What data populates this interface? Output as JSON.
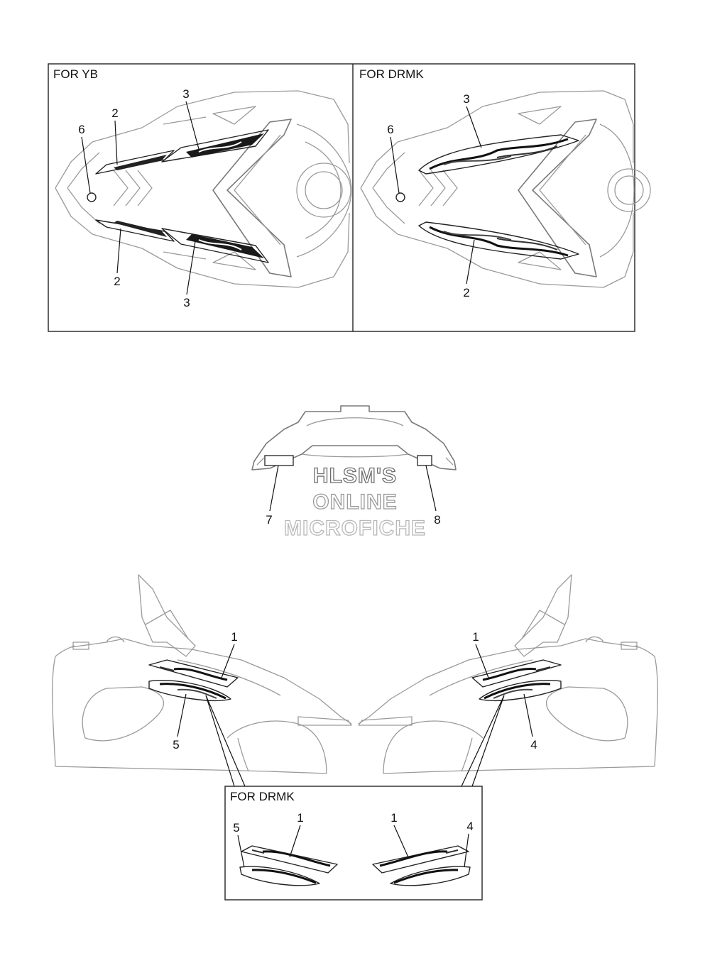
{
  "panels": {
    "top_left_label": "FOR YB",
    "top_right_label": "FOR DRMK",
    "bottom_inset_label": "FOR DRMK"
  },
  "callouts": {
    "tl_2_upper": "2",
    "tl_3_upper": "3",
    "tl_6": "6",
    "tl_2_lower": "2",
    "tl_3_lower": "3",
    "tr_3": "3",
    "tr_6": "6",
    "tr_2": "2",
    "rear_7": "7",
    "rear_8": "8",
    "left_1": "1",
    "left_5": "5",
    "right_1": "1",
    "right_4": "4",
    "inset_5": "5",
    "inset_1_left": "1",
    "inset_1_right": "1",
    "inset_4": "4"
  },
  "watermark": {
    "line1": "HLSM'S",
    "line2": "ONLINE",
    "line3": "MICROFICHE",
    "colors": [
      "#6e6e6e",
      "#9a9a9a",
      "#b8b8b8"
    ]
  }
}
